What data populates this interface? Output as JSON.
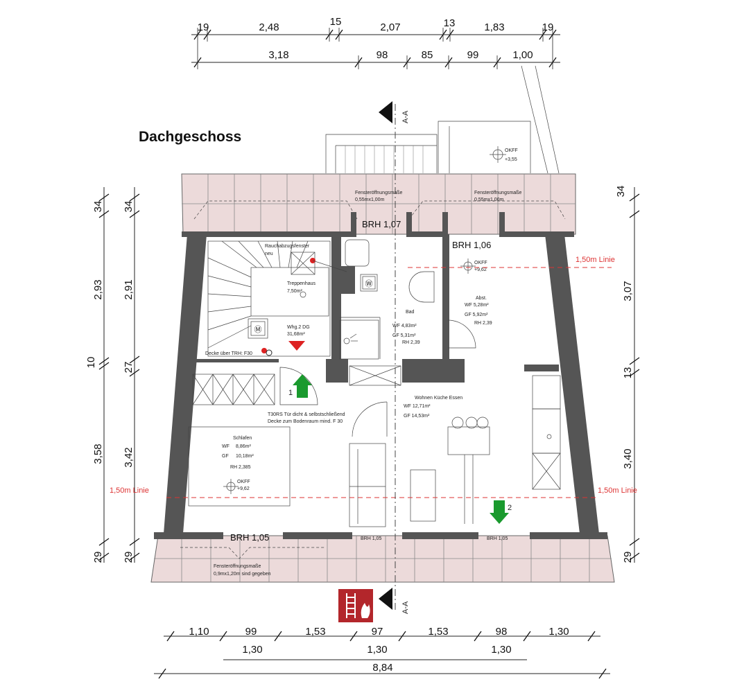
{
  "title": "Dachgeschoss",
  "dims": {
    "top_row1": [
      "19",
      "2,48",
      "15",
      "2,07",
      "13",
      "1,83",
      "19"
    ],
    "top_row2": [
      "3,18",
      "98",
      "85",
      "99",
      "1,00"
    ],
    "left_outer": [
      "34",
      "2,93",
      "10",
      "3,58",
      "29"
    ],
    "left_inner": [
      "34",
      "2,91",
      "27",
      "3,42",
      "29"
    ],
    "right": [
      "34",
      "3,07",
      "13",
      "3,40",
      "29"
    ],
    "bottom_row1": [
      "1,10",
      "99",
      "1,53",
      "97",
      "1,53",
      "98",
      "1,30"
    ],
    "bottom_row2": [
      "1,30",
      "1,30",
      "1,30"
    ],
    "bottom_total": "8,84"
  },
  "section_mark": "A-A",
  "labels": {
    "window_top_left": [
      "Fensteröffnungsmaße",
      "0,55mx1,00m"
    ],
    "window_top_right": [
      "Fensteröffnungsmaße",
      "0,55mx1,00m"
    ],
    "window_bottom": [
      "Fensteröffnungsmaße",
      "0,9mx1,20m sind gegeben"
    ],
    "okff_top": [
      "OKFF",
      "+3,55"
    ],
    "brh_1": "BRH 1,07",
    "brh_2": "BRH 1,06",
    "brh_3": "BRH 1,05",
    "brh_4": "BRH 1,05",
    "brh_5": "BRH 1,05",
    "line_150": "1,50m Linie",
    "smoke": [
      "Rauchabzugsfenster",
      "neu"
    ],
    "stair": [
      "Treppenhaus",
      "7,50m²"
    ],
    "apartment": [
      "Whg.2 DG",
      "31,68m²"
    ],
    "ceiling": "Decke über TRH: F30",
    "door_note": [
      "T30RS Tür dicht & selbstschließend",
      "Decke zum Bodenraum mind. F 30"
    ],
    "bad": [
      "Bad",
      "WF 4,83m²",
      "GF 5,31m²",
      "RH 2,39"
    ],
    "abst": [
      "Abst.",
      "WF 5,28m²",
      "GF 5,92m²",
      "RH 2,39"
    ],
    "okff_abst": [
      "OKFF",
      "+9,62"
    ],
    "wohnen": [
      "Wohnen Küche Essen",
      "WF 12,71m²",
      "GF 14,53m²"
    ],
    "schlafen": [
      "Schlafen",
      "WF",
      "8,86m²",
      "GF",
      "10,18m²",
      "RH 2,385"
    ],
    "okff_schlafen": [
      "OKFF",
      "+9,62"
    ],
    "arrow_1": "1",
    "arrow_2": "2"
  }
}
